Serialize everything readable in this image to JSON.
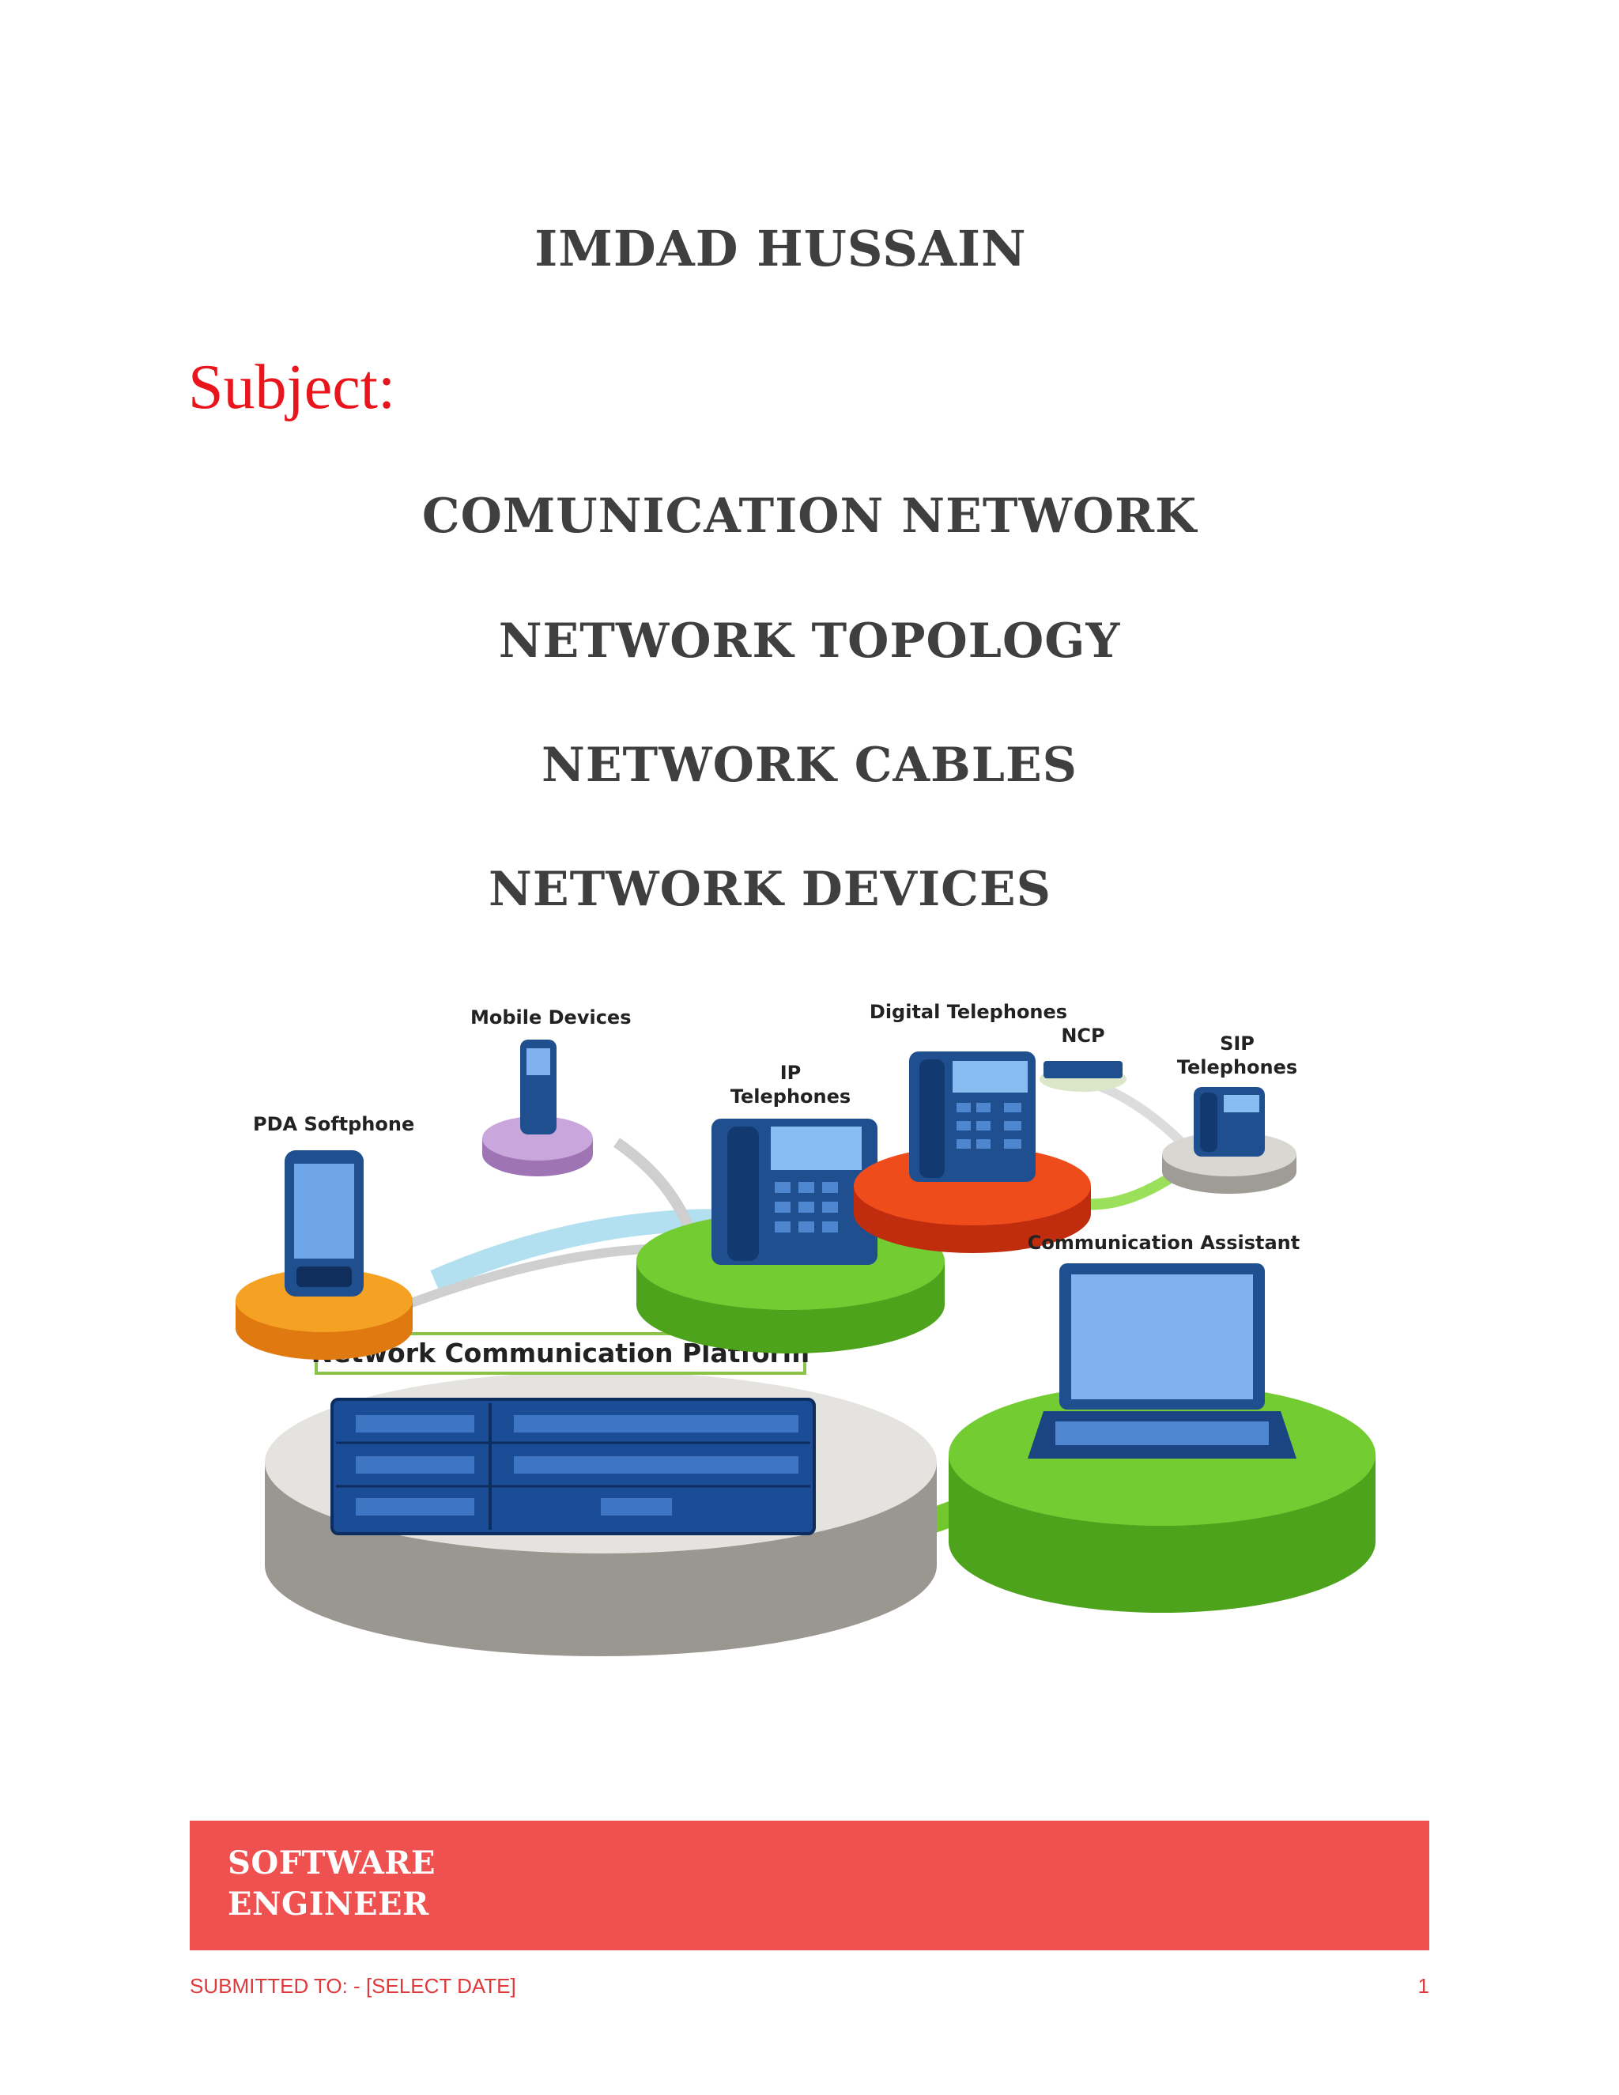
{
  "cover": {
    "author": "IMDAD HUSSAIN",
    "subject_label": "Subject:",
    "topics": [
      "COMUNICATION NETWORK",
      "NETWORK TOPOLOGY",
      "NETWORK CABLES",
      "NETWORK DEVICES"
    ]
  },
  "diagram": {
    "labels": {
      "mobile_devices": "Mobile Devices",
      "digital_telephones": "Digital Telephones",
      "ncp": "NCP",
      "sip_line1": "SIP",
      "sip_line2": "Telephones",
      "ip_line1": "IP",
      "ip_line2": "Telephones",
      "pda_softphone": "PDA Softphone",
      "communication_assistant": "Communication Assistant",
      "platform": "Network Communication Platform"
    },
    "colors": {
      "green": "#66c22a",
      "orange": "#f5901e",
      "red": "#e8401a",
      "purple": "#c49ad6",
      "gray": "#b9b7b0",
      "device_blue": "#1f4f8f"
    }
  },
  "banner": {
    "line1": "SOFTWARE",
    "line2": "ENGINEER",
    "color": "#ef5050"
  },
  "footer": {
    "left": "SUBMITTED TO: - [SELECT DATE]",
    "page_number": "1"
  }
}
